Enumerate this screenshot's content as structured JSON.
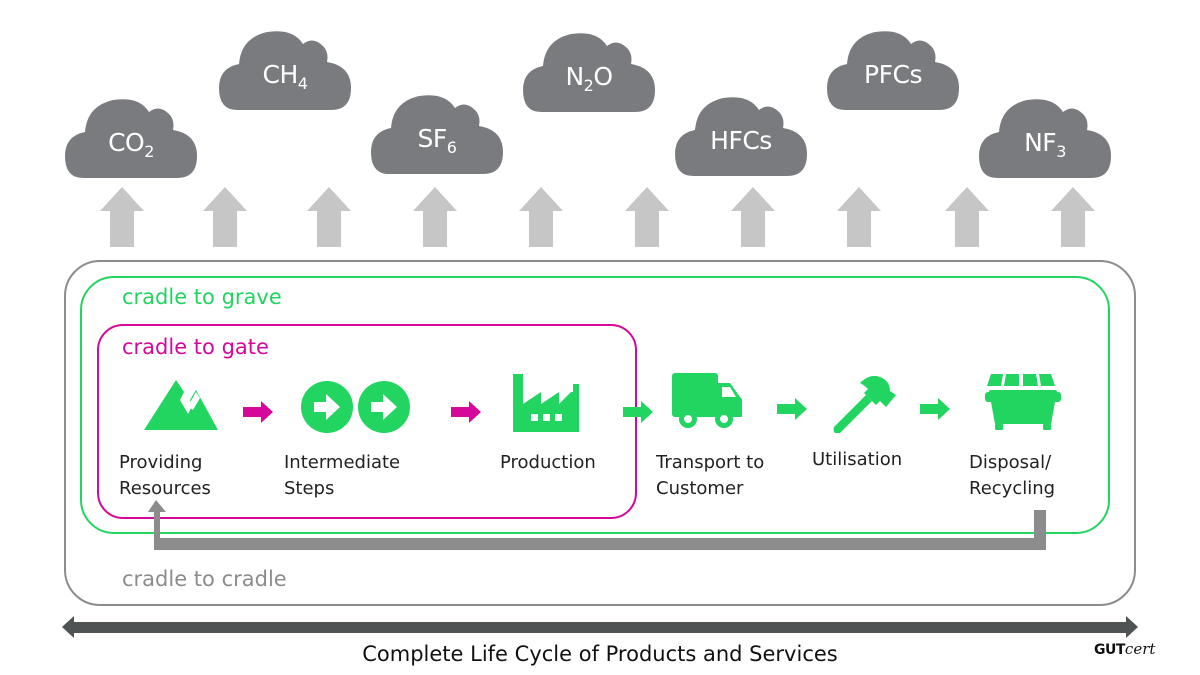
{
  "gases": [
    {
      "base": "CO",
      "sub": "2",
      "after": ""
    },
    {
      "base": "CH",
      "sub": "4",
      "after": ""
    },
    {
      "base": "SF",
      "sub": "6",
      "after": ""
    },
    {
      "base": "N",
      "sub": "2",
      "after": "O"
    },
    {
      "base": "HFCs",
      "sub": "",
      "after": ""
    },
    {
      "base": "PFCs",
      "sub": "",
      "after": ""
    },
    {
      "base": "NF",
      "sub": "3",
      "after": ""
    }
  ],
  "boundaries": {
    "cradle_to_grave": "cradle to grave",
    "cradle_to_gate": "cradle to gate",
    "cradle_to_cradle": "cradle to cradle"
  },
  "stages": [
    {
      "line1": "Providing",
      "line2": "Resources",
      "icon": "mountain-icon"
    },
    {
      "line1": "Intermediate",
      "line2": "Steps",
      "icon": "double-arrow-circle-icon"
    },
    {
      "line1": "Production",
      "line2": "",
      "icon": "factory-icon"
    },
    {
      "line1": "Transport to",
      "line2": "Customer",
      "icon": "truck-icon"
    },
    {
      "line1": "Utilisation",
      "line2": "",
      "icon": "hammer-icon"
    },
    {
      "line1": "Disposal/",
      "line2": "Recycling",
      "icon": "dumpster-icon"
    }
  ],
  "footer": {
    "title": "Complete Life Cycle of Products and Services"
  },
  "logo": {
    "bold": "GUT",
    "script": "cert"
  },
  "colors": {
    "cloud": "#7a7b7e",
    "emission_arrow": "#c6c6c6",
    "green": "#22d460",
    "magenta": "#d4099a",
    "cradle_gray": "#8c8c8c",
    "lifecycle_arrow": "#505353"
  }
}
